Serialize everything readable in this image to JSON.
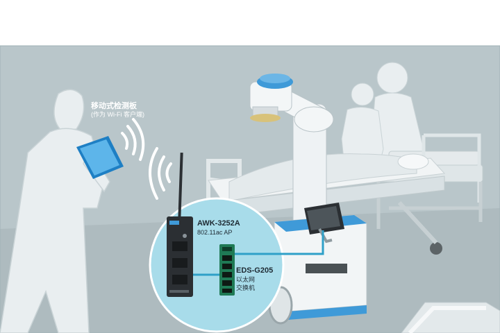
{
  "callouts": {
    "tablet": {
      "name": "移动式检测板",
      "note": "(作为 Wi-Fi 客户端)"
    },
    "access_point": {
      "model": "AWK-3252A",
      "desc": "802.11ac AP"
    },
    "switch": {
      "model": "EDS-G205",
      "desc_line1": "以太网",
      "desc_line2": "交换机"
    }
  },
  "colors": {
    "wall": "#b9c6ca",
    "floor": "#a9b7bb",
    "figure": "#e9eef0",
    "accent_blue": "#3f9ad8",
    "zoom_circle": "#a8dcea",
    "cable": "#2fa0c8",
    "device_dark": "#2b2f33",
    "switch_green": "#1f7a55"
  },
  "icons": {
    "tablet_signal": "wifi-arcs-icon",
    "ap_signal": "wifi-arcs-icon"
  }
}
